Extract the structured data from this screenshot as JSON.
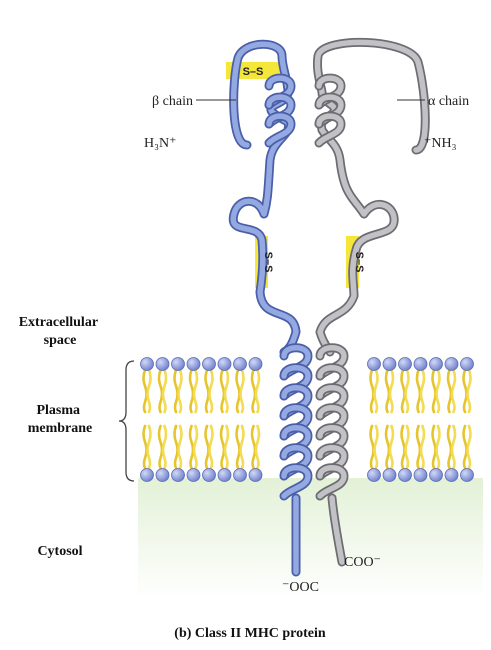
{
  "labels": {
    "beta_chain": "β chain",
    "alpha_chain": "α chain",
    "beta_n_terminus": "H₃N⁺",
    "alpha_n_terminus": "⁺NH₃",
    "beta_c_terminus": "⁻OOC",
    "alpha_c_terminus": "COO⁻",
    "disulfide_top": "S–S",
    "disulfide_beta": "S–S",
    "disulfide_alpha": "S–S",
    "extracellular_line1": "Extracellular",
    "extracellular_line2": "space",
    "membrane_line1": "Plasma",
    "membrane_line2": "membrane",
    "cytosol": "Cytosol"
  },
  "caption": "(b) Class II MHC protein",
  "colors": {
    "beta_chain": "#8fa3e0",
    "alpha_chain": "#b8b8bc",
    "lipid_head": "#7f8fd6",
    "lipid_tail": "#f0d23c",
    "disulfide_highlight": "#f5e63a",
    "cytosol": "#e3f1d7"
  }
}
